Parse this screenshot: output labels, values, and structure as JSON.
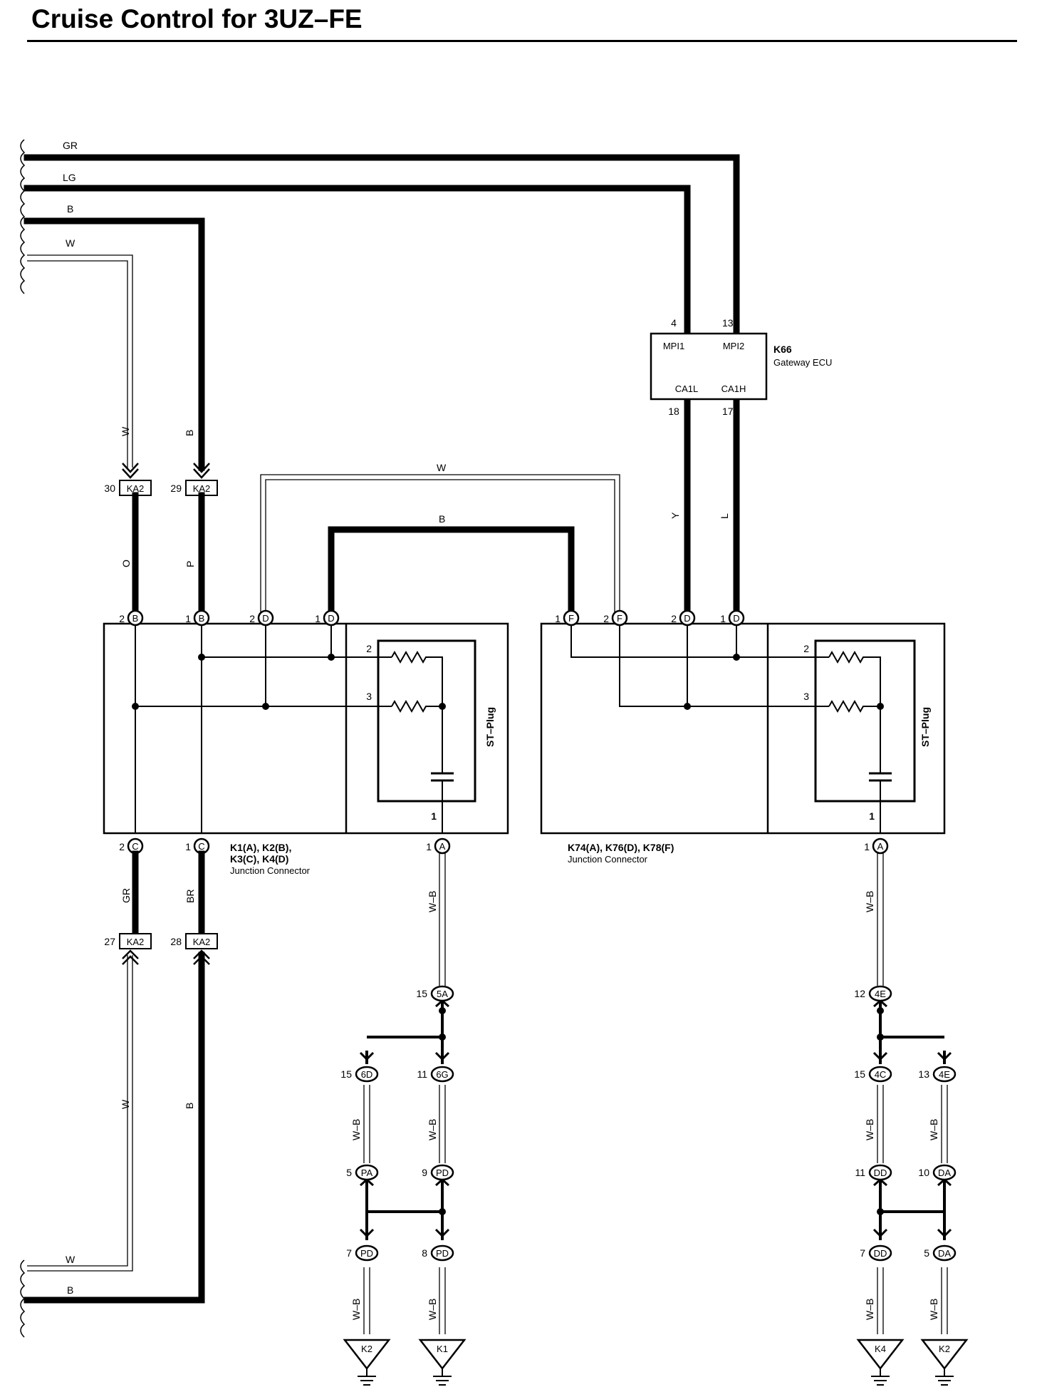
{
  "title": "Cruise Control for 3UZ–FE",
  "wires": {
    "gr": "GR",
    "lg": "LG",
    "b_top": "B",
    "w_top": "W",
    "w_left_vertical": "W",
    "b_left_vertical": "B",
    "o": "O",
    "p": "P",
    "w_bridge": "W",
    "b_bridge": "B",
    "y": "Y",
    "l": "L",
    "gr_lower": "GR",
    "br_lower": "BR",
    "w_bottom_vertical": "W",
    "b_bottom_vertical": "B",
    "w_bottom": "W",
    "b_bottom": "B",
    "wb": "W–B"
  },
  "gateway_ecu": {
    "code": "K66",
    "name": "Gateway ECU",
    "pins": {
      "mpi1": "MPI1",
      "mpi2": "MPI2",
      "ca1l": "CA1L",
      "ca1h": "CA1H"
    },
    "pin_numbers": {
      "p4": "4",
      "p13": "13",
      "p18": "18",
      "p17": "17"
    }
  },
  "connector_ka2": {
    "label": "KA2",
    "pins": {
      "p30": "30",
      "p29": "29",
      "p27": "27",
      "p28": "28"
    }
  },
  "junction_left": {
    "line1": "K1(A), K2(B),",
    "line2": "K3(C), K4(D)",
    "line3": "Junction Connector",
    "plug": "ST–Plug"
  },
  "junction_right": {
    "line1": "K74(A), K76(D), K78(F)",
    "line2": "Junction Connector",
    "plug": "ST–Plug"
  },
  "terminals": {
    "B": "B",
    "C": "C",
    "D": "D",
    "F": "F",
    "A": "A",
    "n1": "1",
    "n2": "2",
    "n3": "3"
  },
  "splices": {
    "s5A": "5A",
    "s6D": "6D",
    "s6G": "6G",
    "sPA": "PA",
    "sPD": "PD",
    "s4E": "4E",
    "s4C": "4C",
    "sDD": "DD",
    "sDA": "DA",
    "n15": "15",
    "n11": "11",
    "n5": "5",
    "n9": "9",
    "n7": "7",
    "n8": "8",
    "n12": "12",
    "n13": "13",
    "n10": "10"
  },
  "grounds": {
    "k1": "K1",
    "k2": "K2",
    "k4": "K4"
  }
}
